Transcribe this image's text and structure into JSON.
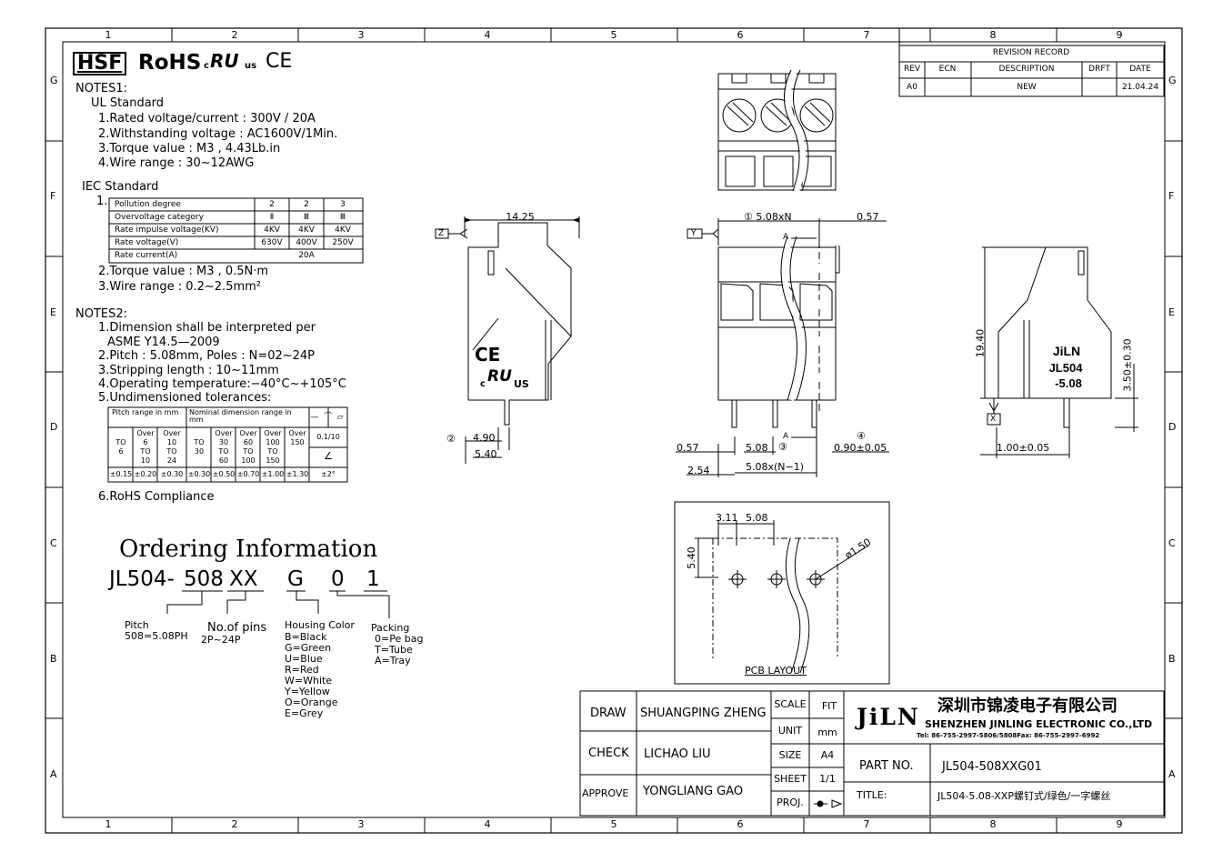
{
  "border": {
    "top_zones": [
      "1",
      "2",
      "3",
      "4",
      "5",
      "6",
      "7",
      "8",
      "9"
    ],
    "bottom_zones": [
      "1",
      "2",
      "3",
      "4",
      "5",
      "6",
      "7",
      "8",
      "9"
    ],
    "left_zones": [
      "G",
      "F",
      "E",
      "D",
      "C",
      "B",
      "A"
    ],
    "right_zones": [
      "G",
      "F",
      "E",
      "D",
      "C",
      "B",
      "A"
    ]
  },
  "header": {
    "hsf": "HSF",
    "rohs": "RoHS",
    "ul_c": "c",
    "ul_mark": "RU",
    "ul_us": "us",
    "ce": "CE"
  },
  "notes1": {
    "title": "NOTES1:",
    "ul_title": "UL Standard",
    "ul_items": [
      "1.Rated voltage/current : 300V / 20A",
      "2.Withstanding voltage : AC1600V/1Min.",
      "3.Torque value : M3 , 4.43Lb.in",
      "4.Wire range : 30~12AWG"
    ],
    "iec_title": "IEC Standard",
    "iec_num": "1.",
    "iec_table": [
      [
        "Pollution degree",
        "2",
        "2",
        "3"
      ],
      [
        "Overvoltage category",
        "Ⅱ",
        "Ⅲ",
        "Ⅲ"
      ],
      [
        "Rate impulse voltage(KV)",
        "4KV",
        "4KV",
        "4KV"
      ],
      [
        "Rate voltage(V)",
        "630V",
        "400V",
        "250V"
      ],
      [
        "Rate current(A)",
        "20A"
      ]
    ],
    "iec_items": [
      "2.Torque value : M3 , 0.5N·m",
      "3.Wire range : 0.2~2.5mm²"
    ]
  },
  "notes2": {
    "title": "NOTES2:",
    "items": [
      "1.Dimension shall be interpreted per",
      "ASME Y14.5—2009",
      "2.Pitch : 5.08mm, Poles : N=02~24P",
      "3.Stripping length : 10~11mm",
      "4.Operating temperature:−40°C~+105°C",
      "5.Undimensioned tolerances:"
    ],
    "tol_pitch_hdr": "Pitch range in mm",
    "tol_nom_hdr": "Nominal dimension range in mm",
    "tol_sym1": "—",
    "tol_sym2": "⌒",
    "tol_sym3": "▱",
    "tol_cols": [
      [
        "",
        "TO",
        "6"
      ],
      [
        "Over",
        "6",
        "TO",
        "10"
      ],
      [
        "Over",
        "10",
        "TO",
        "24"
      ],
      [
        "",
        "TO",
        "30"
      ],
      [
        "Over",
        "30",
        "TO",
        "60"
      ],
      [
        "Over",
        "60",
        "TO",
        "100"
      ],
      [
        "Over",
        "100",
        "TO",
        "150"
      ],
      [
        "Over",
        "150"
      ]
    ],
    "tol_angle_hdr": "0.1/10",
    "tol_angle_sym": "∠",
    "tol_vals": [
      "±0.15",
      "±0.20",
      "±0.30",
      "±0.30",
      "±0.50",
      "±0.70",
      "±1.00",
      "±1.30"
    ],
    "tol_angle_val": "±2°",
    "rohs": "6.RoHS Compliance"
  },
  "ordering": {
    "title": "Ordering Information",
    "p1": "JL504-",
    "p2": "508",
    "p3": "XX",
    "p4": "G",
    "p5": "0",
    "p6": "1",
    "pitch_label": "Pitch",
    "pitch_val": "508=5.08PH",
    "pins_label": "No.of pins",
    "pins_val": "2P~24P",
    "housing_label": "Housing Color",
    "colors": [
      "B=Black",
      "G=Green",
      "U=Blue",
      "R=Red",
      "W=White",
      "Y=Yellow",
      "O=Orange",
      "E=Grey"
    ],
    "packing_label": "Packing",
    "packing": [
      "0=Pe bag",
      "T=Tube",
      "A=Tray"
    ]
  },
  "revision": {
    "title": "REVISION RECORD",
    "headers": [
      "REV",
      "ECN",
      "DESCRIPTION",
      "DRFT",
      "DATE"
    ],
    "row": [
      "A0",
      "",
      "NEW",
      "",
      "21.04.24"
    ]
  },
  "dims": {
    "d_1425": "14.25",
    "d_pitch_n": "① 5.08xN",
    "d_057_top": "0.57",
    "d_490": "4.90",
    "d_540": "5.40",
    "circ2": "②",
    "d_057_bot": "0.57",
    "d_508": "5.08",
    "circ3": "③",
    "circ4": "④",
    "d_090": "0.90±0.05",
    "d_254": "2.54",
    "d_508n": "5.08x(N−1)",
    "d_1940": "19.40",
    "d_350": "3.50±0.30",
    "d_100": "1.00±0.05",
    "z": "Z",
    "y": "Y",
    "x": "X",
    "a_top": "A",
    "a_bot": "A",
    "pcb_311": "3.11",
    "pcb_508": "5.08",
    "pcb_540": "5.40",
    "pcb_hole": "ø1.50",
    "pcb_label": "PCB LAYOUT"
  },
  "side_text": {
    "ce": "CE",
    "ul_c": "c",
    "ul_mark": "RU",
    "ul_us": "US",
    "brand": "JiLN",
    "model": "JL504",
    "pitch": "-5.08"
  },
  "title_block": {
    "draw_label": "DRAW",
    "draw_name": "SHUANGPING ZHENG",
    "check_label": "CHECK",
    "check_name": "LICHAO LIU",
    "approve_label": "APPROVE",
    "approve_name": "YONGLIANG GAO",
    "scale_label": "SCALE",
    "scale_val": "FIT",
    "unit_label": "UNIT",
    "unit_val": "mm",
    "size_label": "SIZE",
    "size_val": "A4",
    "sheet_label": "SHEET",
    "sheet_val": "1/1",
    "proj_label": "PROJ.",
    "logo": "JiLN",
    "company_cn": "深圳市锦凌电子有限公司",
    "company_en": "SHENZHEN JINLING ELECTRONIC CO.,LTD",
    "contact": "Tel: 86-755-2997-5806/5808Fax: 86-755-2997-6992",
    "part_label": "PART NO.",
    "part_val": "JL504-508XXG01",
    "title_label": "TITLE:",
    "title_val": "JL504-5.08-XXP螺钉式/绿色/一字螺丝"
  }
}
